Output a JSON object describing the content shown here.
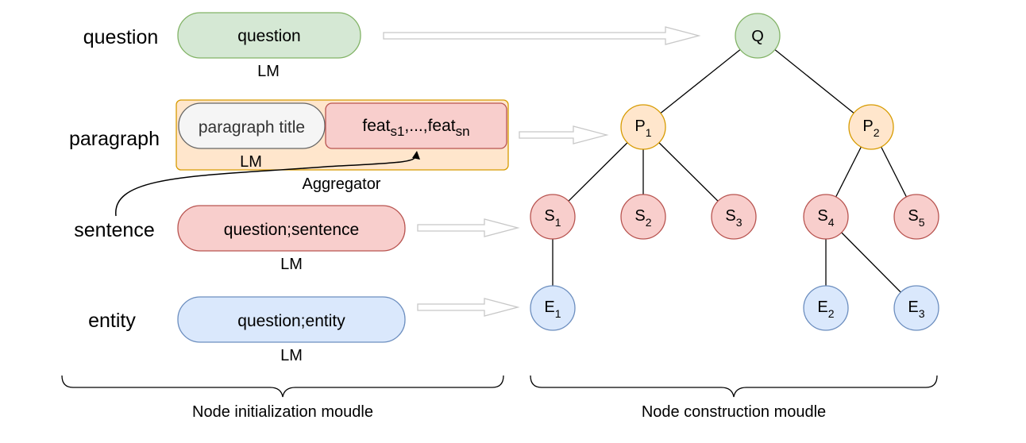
{
  "row_labels": {
    "question": "question",
    "paragraph": "paragraph",
    "sentence": "sentence",
    "entity": "entity"
  },
  "pills": {
    "question": "question",
    "paragraph_title": "paragraph title",
    "feat_main_1": "feat",
    "feat_sub_1": "s1",
    "feat_sep": ",...,",
    "feat_main_2": "feat",
    "feat_sub_2": "sn",
    "sentence": "question;sentence",
    "entity": "question;entity"
  },
  "lm_labels": {
    "question": "LM",
    "paragraph": "LM",
    "sentence": "LM",
    "entity": "LM"
  },
  "aggregator_label": "Aggregator",
  "tree_nodes": {
    "q": {
      "main": "Q",
      "sub": ""
    },
    "p1": {
      "main": "P",
      "sub": "1"
    },
    "p2": {
      "main": "P",
      "sub": "2"
    },
    "s1": {
      "main": "S",
      "sub": "1"
    },
    "s2": {
      "main": "S",
      "sub": "2"
    },
    "s3": {
      "main": "S",
      "sub": "3"
    },
    "s4": {
      "main": "S",
      "sub": "4"
    },
    "s5": {
      "main": "S",
      "sub": "5"
    },
    "e1": {
      "main": "E",
      "sub": "1"
    },
    "e2": {
      "main": "E",
      "sub": "2"
    },
    "e3": {
      "main": "E",
      "sub": "3"
    }
  },
  "braces": {
    "left": "Node initialization moudle",
    "right": "Node construction moudle"
  },
  "colors": {
    "green_fill": "#d5e8d4",
    "green_stroke": "#82b366",
    "orange_fill": "#ffe6cc",
    "orange_stroke": "#d79b00",
    "red_fill": "#f8cecc",
    "red_stroke": "#b85450",
    "blue_fill": "#dae8fc",
    "blue_stroke": "#6c8ebf",
    "grey_fill": "#f5f5f5",
    "grey_stroke": "#666666"
  }
}
